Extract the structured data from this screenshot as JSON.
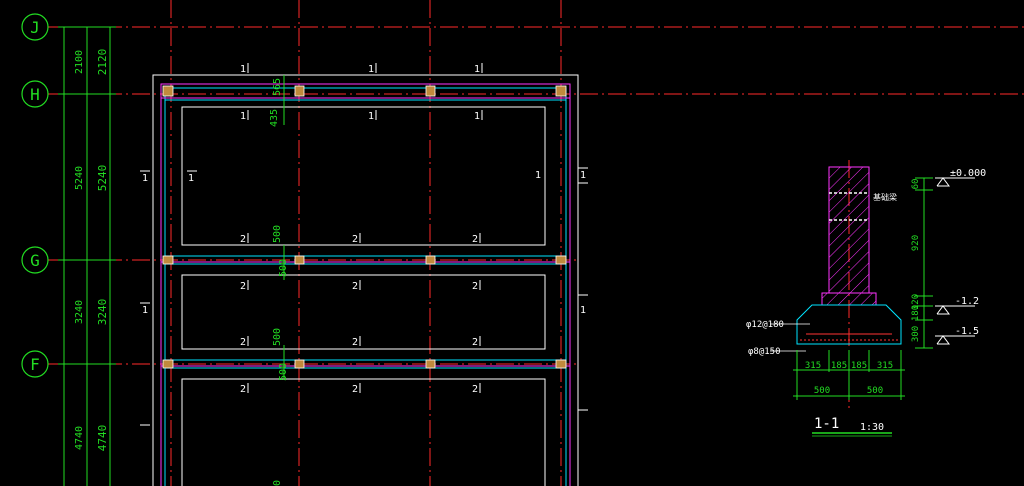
{
  "colors": {
    "background": "#000000",
    "axis_line": "#ff2a2a",
    "dimension": "#22dd22",
    "wall_white": "#ffffff",
    "wall_cyan": "#00e5ff",
    "wall_magenta": "#ff33ff",
    "column_fill": "#c08a3c",
    "hatch": "#ff33ff",
    "rebar_red": "#ff3333"
  },
  "grid_axes": [
    {
      "label": "J"
    },
    {
      "label": "H"
    },
    {
      "label": "G"
    },
    {
      "label": "F"
    }
  ],
  "dimensions": {
    "chain_outer": [
      "2100",
      "5240",
      "3240",
      "4740"
    ],
    "chain_inner": [
      "2120",
      "5240",
      "3240",
      "4740"
    ]
  },
  "plan": {
    "beam_labels": {
      "top": [
        "1",
        "1",
        "1"
      ],
      "inner_top": [
        "1",
        "1",
        "1"
      ],
      "mid_upper": [
        "2",
        "2",
        "2"
      ],
      "mid_a": [
        "2",
        "2",
        "2"
      ],
      "mid_b": [
        "2",
        "2",
        "2"
      ],
      "lower": [
        "2",
        "2",
        "2"
      ],
      "side": [
        "1",
        "1",
        "1",
        "1",
        "1",
        "1"
      ]
    },
    "offsets": {
      "h_top": "565",
      "h_bottom": "435",
      "g_top": "500",
      "g_bottom": "500",
      "f_top": "500",
      "f_bottom": "500",
      "last": "0"
    }
  },
  "section": {
    "title": "1-1",
    "scale": "1:30",
    "elevation_top": "±0.000",
    "elevation_mid": "-1.2",
    "elevation_bottom": "-1.5",
    "vertical_dims": [
      "60",
      "920",
      "120",
      "180",
      "300"
    ],
    "rebar_top": "φ12@180",
    "rebar_bottom": "φ8@150",
    "bottom_dims": [
      "315",
      "185",
      "185",
      "315"
    ],
    "half_widths": [
      "500",
      "500"
    ],
    "note": "基础梁"
  }
}
